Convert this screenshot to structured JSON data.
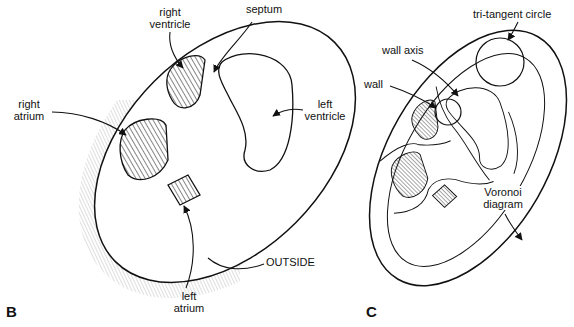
{
  "diagram": {
    "labels": [
      "right ventricle",
      "septum",
      "right atrium",
      "left ventricle",
      "OUTSIDE",
      "left atrium",
      "B",
      "wall axis",
      "tri-tangent circle",
      "wall",
      "Voronoi diagram",
      "C"
    ]
  }
}
